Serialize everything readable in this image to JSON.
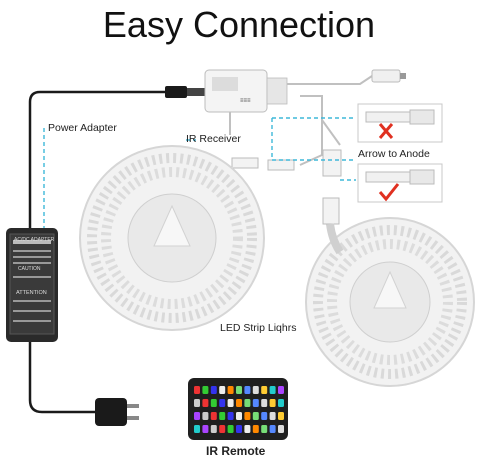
{
  "title": "Easy Connection",
  "labels": {
    "power_adapter": "Power Adapter",
    "ir_receiver": "IR Receiver",
    "arrow_to_anode": "Arrow to Anode",
    "led_strip": "LED Strip Liqhrs",
    "ir_remote": "IR Remote"
  },
  "adapter": {
    "brand": "AC/DC ADAPTER",
    "caution": "CAUTION",
    "attention": "ATTENTION"
  },
  "colors": {
    "dashed_line": "#3fb8d9",
    "wrong_mark": "#e03020",
    "correct_mark": "#e03020",
    "adapter_body": "#2a2a2a",
    "reel": "#e9e9e9"
  },
  "icons": [
    "power-adapter-icon",
    "ir-receiver-icon",
    "led-reel-icon",
    "ir-remote-icon",
    "cross-mark-icon",
    "check-mark-icon",
    "plug-icon"
  ]
}
